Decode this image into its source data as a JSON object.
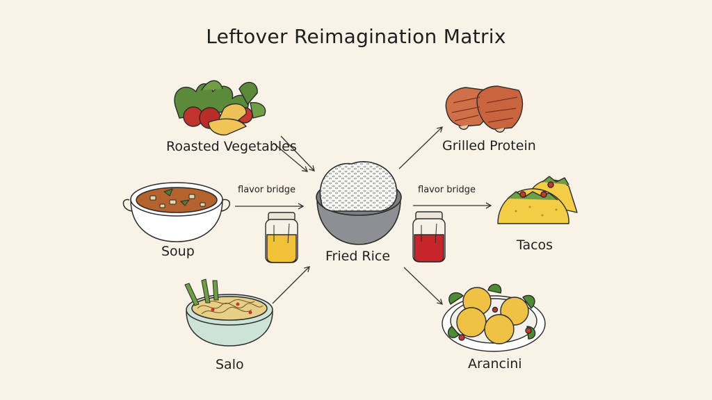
{
  "title": "Leftover Reimagination Matrix",
  "nodes": {
    "roasted_vegetables": "Roasted Vegetables",
    "soup": "Soup",
    "salo": "Salo",
    "fried_rice": "Fried Rice",
    "grilled_protein": "Grilled Protein",
    "tacos": "Tacos",
    "arancini": "Arancini"
  },
  "bridges": {
    "left": "flavor bridge",
    "right": "flavor bridge"
  },
  "icons": {
    "roasted_vegetables": "roasted-vegetables-icon",
    "soup": "soup-bowl-icon",
    "salo": "noodle-bowl-icon",
    "fried_rice": "rice-bowl-icon",
    "grilled_protein": "grilled-meat-icon",
    "tacos": "taco-icon",
    "arancini": "arancini-plate-icon",
    "left_jar": "yellow-sauce-jar-icon",
    "right_jar": "red-sauce-jar-icon"
  },
  "colors": {
    "background": "#f8f3e6",
    "ink": "#1e1e1e",
    "yellow_sauce": "#f2c13a",
    "red_sauce": "#c8242c"
  }
}
